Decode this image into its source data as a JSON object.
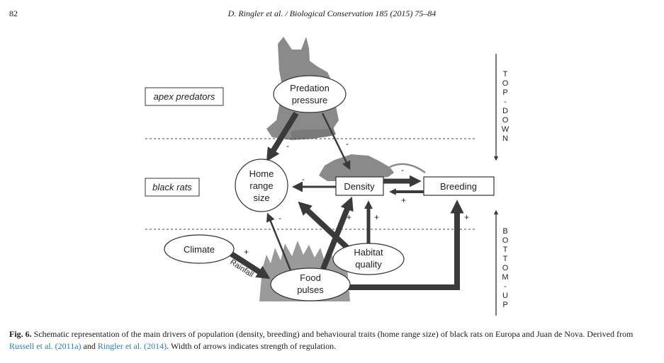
{
  "header": {
    "page_number": "82",
    "running_head": "D. Ringler et al. / Biological Conservation 185 (2015) 75–84"
  },
  "figure": {
    "levels": {
      "top": "apex predators",
      "middle": "black rats"
    },
    "nodes": {
      "predation_line1": "Predation",
      "predation_line2": "pressure",
      "home_line1": "Home",
      "home_line2": "range",
      "home_line3": "size",
      "density": "Density",
      "breeding": "Breeding",
      "climate": "Climate",
      "habitat_line1": "Habitat",
      "habitat_line2": "quality",
      "food_line1": "Food",
      "food_line2": "pulses"
    },
    "arrow_labels": {
      "minus": "-",
      "plus": "+",
      "rainfall": "Rainfall"
    },
    "side_labels": {
      "top_down": [
        "T",
        "O",
        "P",
        "-",
        "D",
        "O",
        "W",
        "N"
      ],
      "bottom_up": [
        "B",
        "O",
        "T",
        "T",
        "O",
        "M",
        "-",
        "U",
        "P"
      ]
    }
  },
  "caption": {
    "fig_label": "Fig. 6.",
    "text_1": " Schematic representation of the main drivers of population (density, breeding) and behavioural traits (home range size) of black rats on Europa and Juan de Nova. Derived from ",
    "ref_1": "Russell et al. (2011a)",
    "text_2": " and ",
    "ref_2": "Ringler et al. (2014)",
    "text_3": ". Width of arrows indicates strength of regulation."
  }
}
